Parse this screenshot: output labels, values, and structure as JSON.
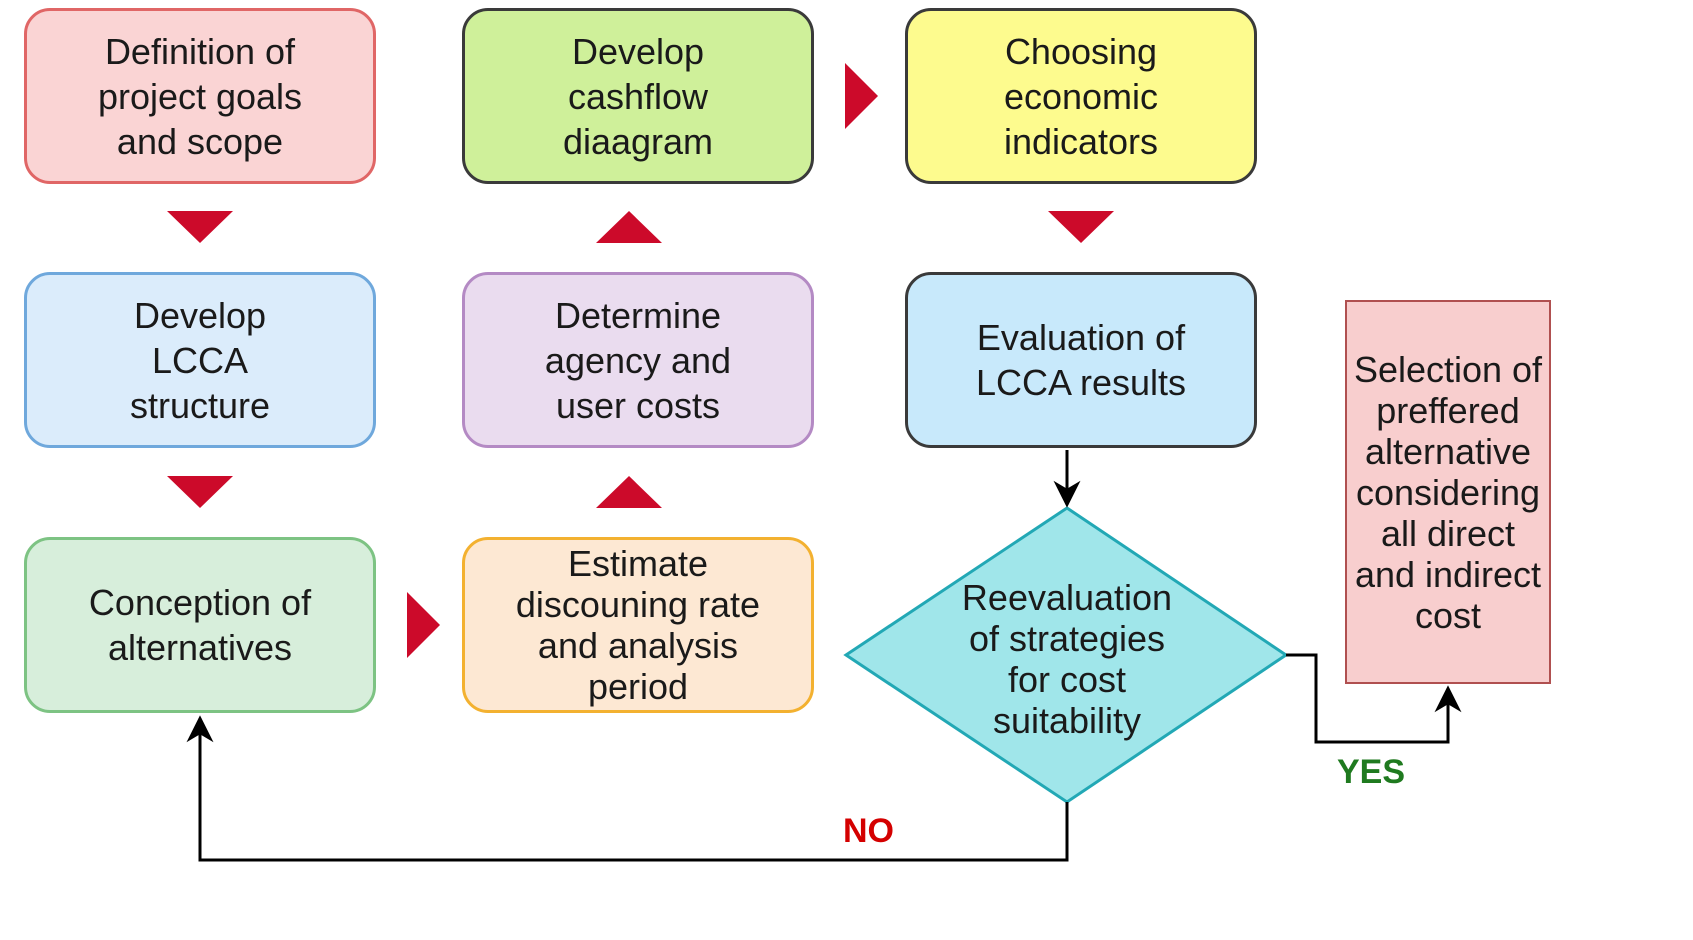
{
  "nodes": {
    "define_goals": "Definition of project goals and scope",
    "develop_structure": "Develop LCCA structure",
    "conception": "Conception of alternatives",
    "estimate_rate": "Estimate discouning rate and analysis period",
    "determine_costs": "Determine agency and user costs",
    "develop_cashflow": "Develop cashflow diaagram",
    "choose_indicators": "Choosing economic indicators",
    "evaluate_results": "Evaluation of LCCA results",
    "reevaluation": "Reevaluation of strategies for cost suitability",
    "selection": "Selection of preffered alternative considering all direct and indirect cost"
  },
  "edge_labels": {
    "yes": "YES",
    "no": "NO"
  },
  "colors": {
    "arrow_red": "#cc0a2a",
    "yes_green": "#1f7a1f",
    "no_red": "#d40000",
    "pink_fill": "#fad4d4",
    "pink_border": "#e06666",
    "blue_fill": "#dbecfb",
    "blue_border": "#6fa8dc",
    "green_fill": "#d7eedb",
    "green_border": "#7dc383",
    "orange_fill": "#fde8d3",
    "orange_border": "#f3b130",
    "purple_fill": "#eadcef",
    "purple_border": "#b48ac4",
    "lime_fill": "#cff09a",
    "yellow_fill": "#fdfb8e",
    "lightblue_fill": "#c8e9fb",
    "cyan_fill": "#a0e6ea",
    "cyan_border": "#22a8b5",
    "rose_fill": "#f8cece",
    "rose_border": "#b05050"
  }
}
